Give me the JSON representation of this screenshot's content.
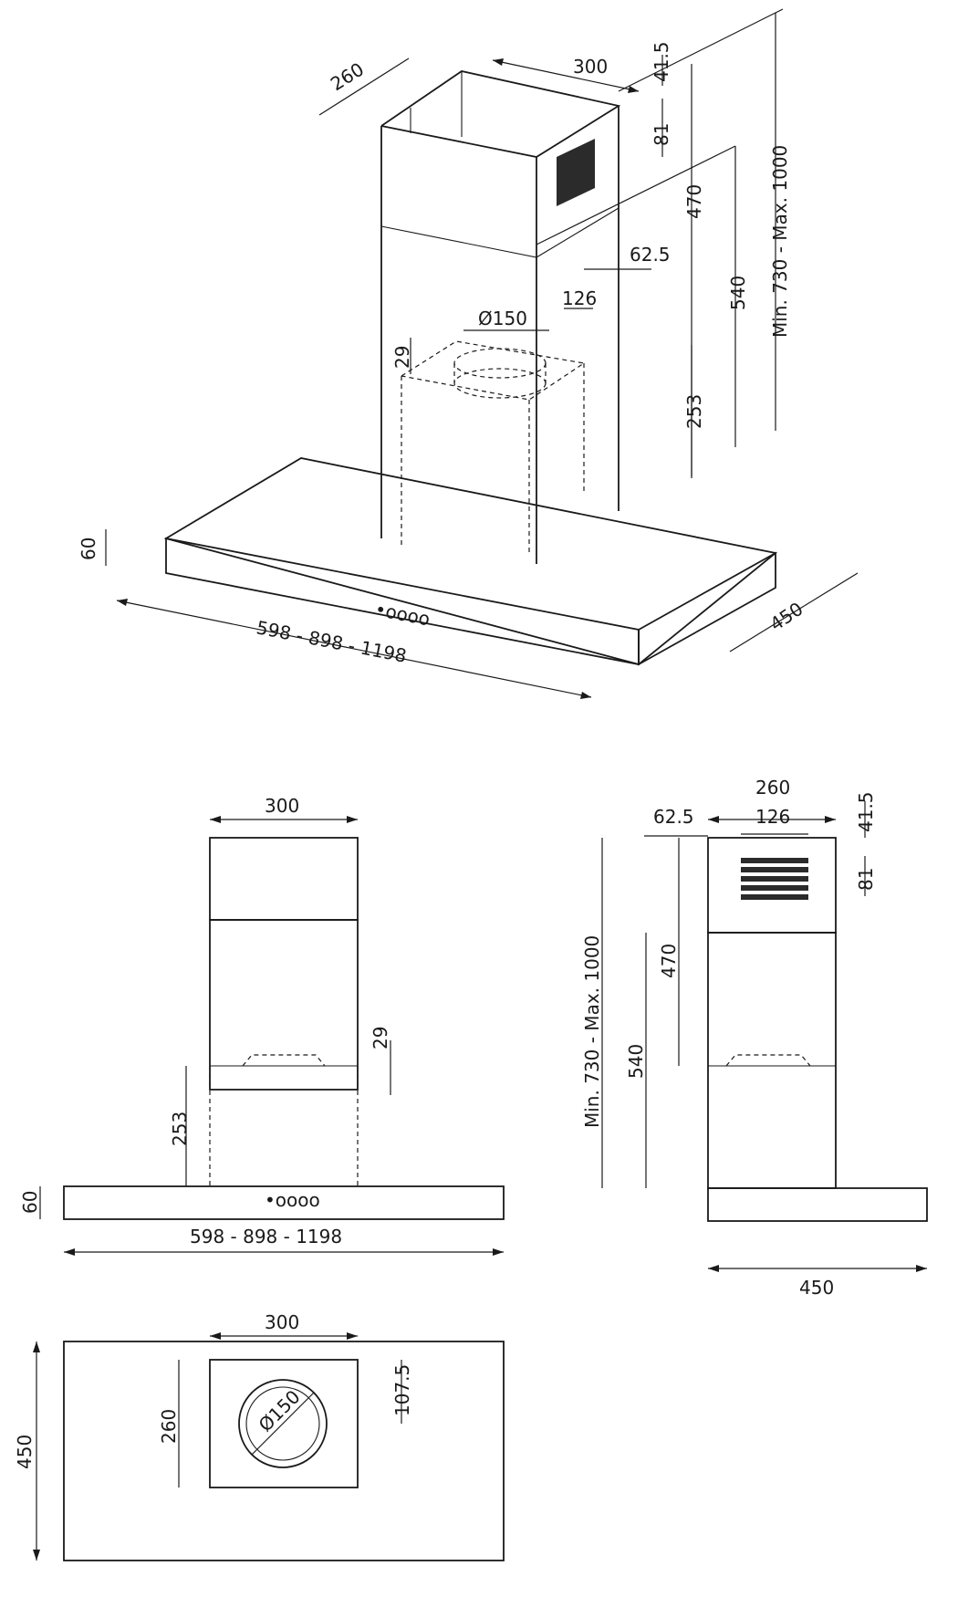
{
  "diagram": {
    "iso": {
      "w300": "300",
      "w260": "260",
      "d415": "41.5",
      "d81": "81",
      "d470": "470",
      "d540": "540",
      "range": "Min. 730 - Max. 1000",
      "d625": "62.5",
      "d126": "126",
      "phi": "Ø150",
      "d29": "29",
      "d253": "253",
      "d60": "60",
      "widths": "598 - 898 - 1198",
      "d450": "450",
      "panel": "•oooo"
    },
    "front": {
      "w300": "300",
      "d29": "29",
      "d253": "253",
      "d60": "60",
      "widths": "598 - 898 - 1198",
      "panel": "•oooo"
    },
    "side": {
      "w260": "260",
      "d625": "62.5",
      "d126": "126",
      "d415": "41.5",
      "d81": "81",
      "range": "Min. 730 - Max. 1000",
      "d470": "470",
      "d540": "540",
      "d450": "450"
    },
    "top": {
      "w300": "300",
      "d260": "260",
      "d1075": "107.5",
      "phi": "Ø150",
      "d450": "450"
    }
  }
}
